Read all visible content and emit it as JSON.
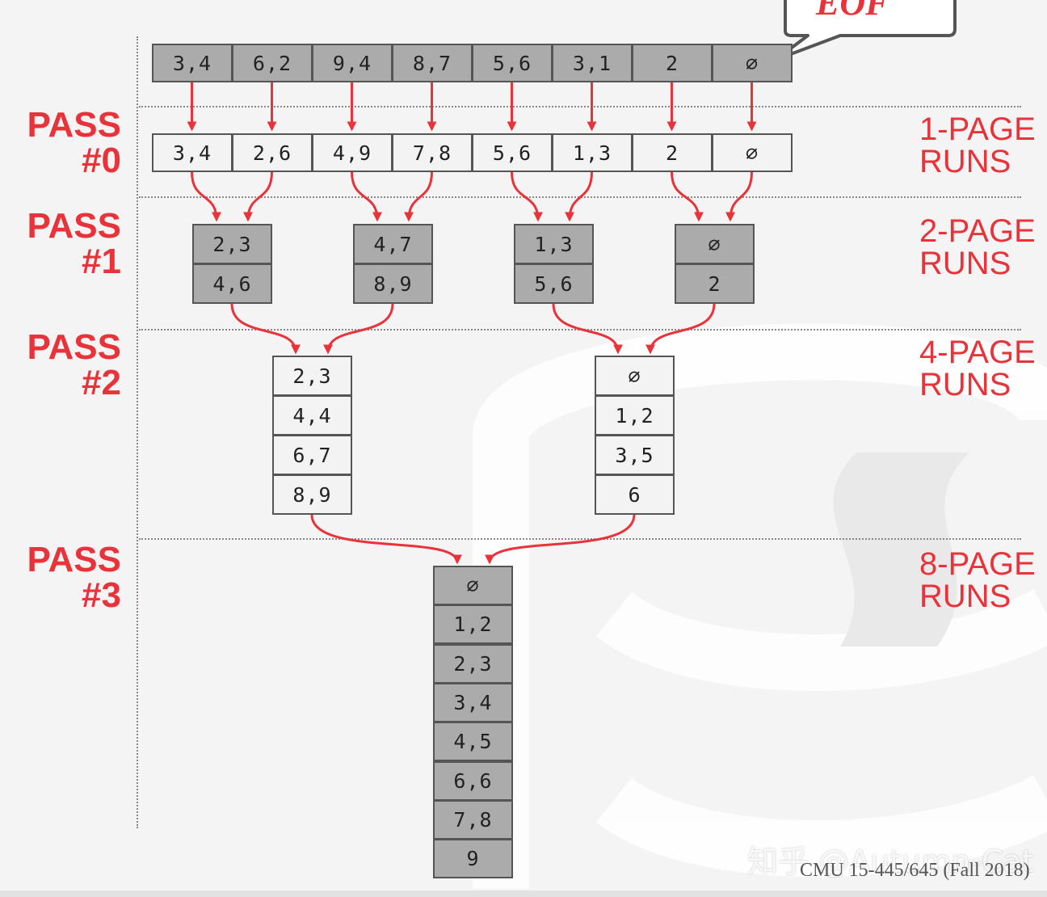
{
  "bubble": {
    "text": "EOF"
  },
  "passes": [
    {
      "label_top": "PASS",
      "label_num": "#0",
      "runs_line1": "1-PAGE",
      "runs_line2": "RUNS"
    },
    {
      "label_top": "PASS",
      "label_num": "#1",
      "runs_line1": "2-PAGE",
      "runs_line2": "RUNS"
    },
    {
      "label_top": "PASS",
      "label_num": "#2",
      "runs_line1": "4-PAGE",
      "runs_line2": "RUNS"
    },
    {
      "label_top": "PASS",
      "label_num": "#3",
      "runs_line1": "8-PAGE",
      "runs_line2": "RUNS"
    }
  ],
  "input_pages": [
    "3,4",
    "6,2",
    "9,4",
    "8,7",
    "5,6",
    "3,1",
    "2",
    "∅"
  ],
  "pass0_pages": [
    "3,4",
    "2,6",
    "4,9",
    "7,8",
    "5,6",
    "1,3",
    "2",
    "∅"
  ],
  "pass1_runs": [
    [
      "2,3",
      "4,6"
    ],
    [
      "4,7",
      "8,9"
    ],
    [
      "1,3",
      "5,6"
    ],
    [
      "∅",
      "2"
    ]
  ],
  "pass2_runs": [
    [
      "2,3",
      "4,4",
      "6,7",
      "8,9"
    ],
    [
      "∅",
      "1,2",
      "3,5",
      "6"
    ]
  ],
  "pass3_run": [
    "∅",
    "1,2",
    "2,3",
    "3,4",
    "4,5",
    "6,6",
    "7,8",
    "9"
  ],
  "watermark": "知乎 @Autumn-Cat",
  "credit": "CMU 15-445/645 (Fall 2018)",
  "colors": {
    "accent": "#e8333b",
    "page_dark": "#ababab",
    "page_light": "#f3f3f3"
  }
}
